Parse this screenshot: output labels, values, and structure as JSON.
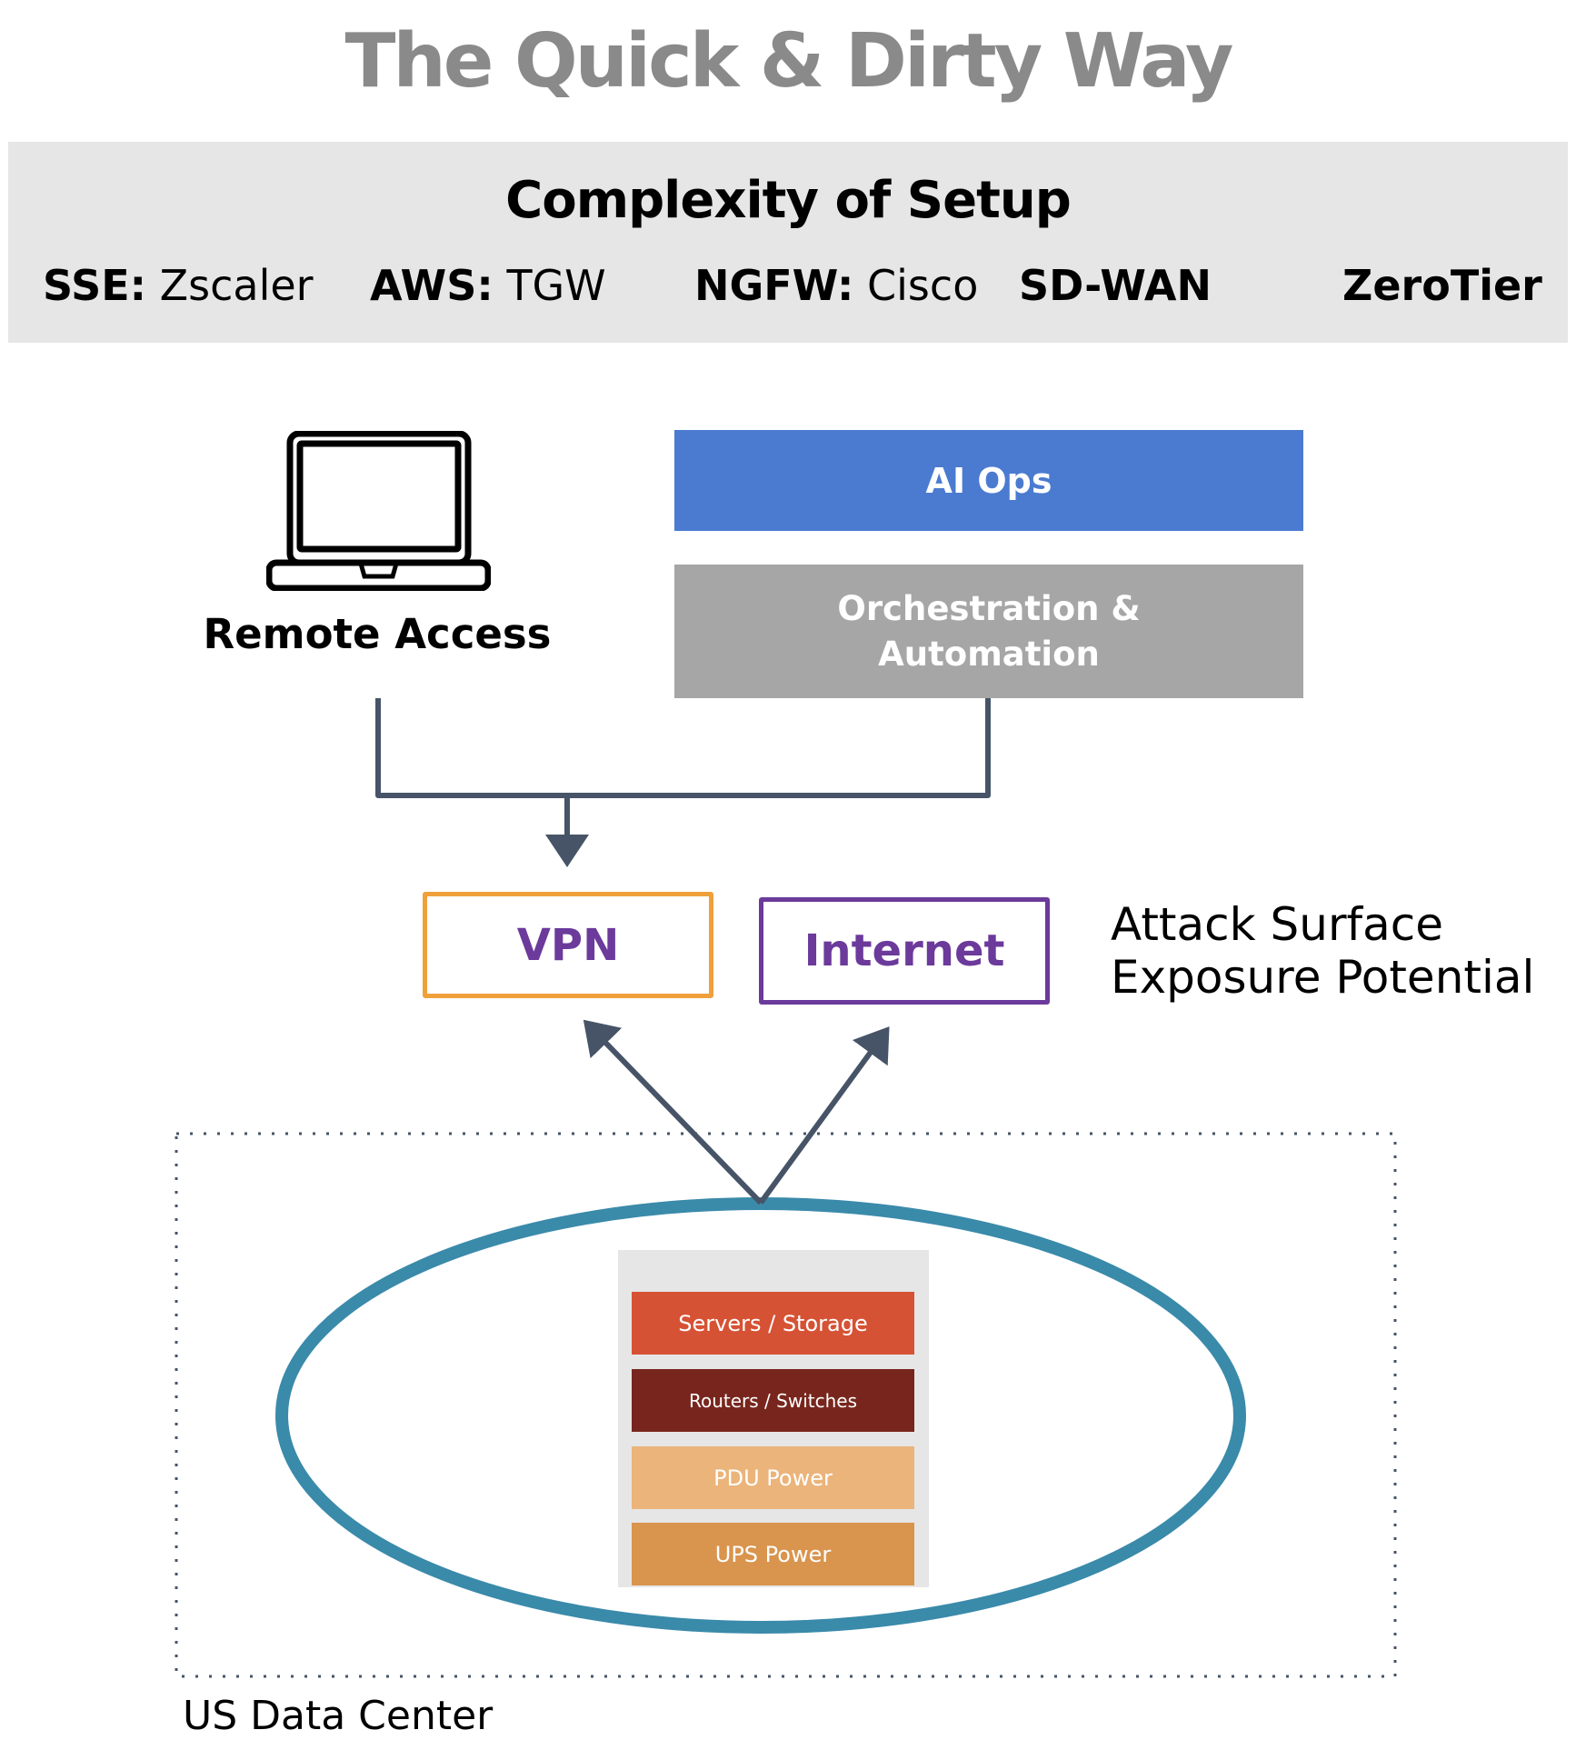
{
  "title": "The Quick & Dirty Way",
  "banner": {
    "heading": "Complexity of Setup",
    "vendors": [
      {
        "label": "SSE:",
        "value": "Zscaler"
      },
      {
        "label": "AWS:",
        "value": "TGW"
      },
      {
        "label": "NGFW:",
        "value": "Cisco"
      },
      {
        "label": "SD-WAN",
        "value": ""
      },
      {
        "label": "ZeroTier",
        "value": ""
      }
    ]
  },
  "remote_access": {
    "label": "Remote Access",
    "icon": "laptop-icon"
  },
  "layers": {
    "ai_ops": "AI Ops",
    "orchestration_line1": "Orchestration &",
    "orchestration_line2": "Automation"
  },
  "exposure": {
    "vpn": "VPN",
    "internet": "Internet",
    "note_line1": "Attack Surface",
    "note_line2": "Exposure Potential"
  },
  "data_center": {
    "label": "US Data Center",
    "rack": [
      {
        "label": "Servers / Storage",
        "color": "#d65234"
      },
      {
        "label": "Routers / Switches",
        "color": "#78261d"
      },
      {
        "label": "PDU Power",
        "color": "#ebb47a"
      },
      {
        "label": "UPS Power",
        "color": "#d9944d"
      }
    ]
  },
  "colors": {
    "title": "#8a8a8a",
    "ai_ops": "#4a7bd0",
    "orchestration": "#a6a6a6",
    "vpn_border": "#f0a03b",
    "internet_border": "#6b3a9b",
    "connector": "#475467",
    "ellipse": "#3a8aaa"
  }
}
